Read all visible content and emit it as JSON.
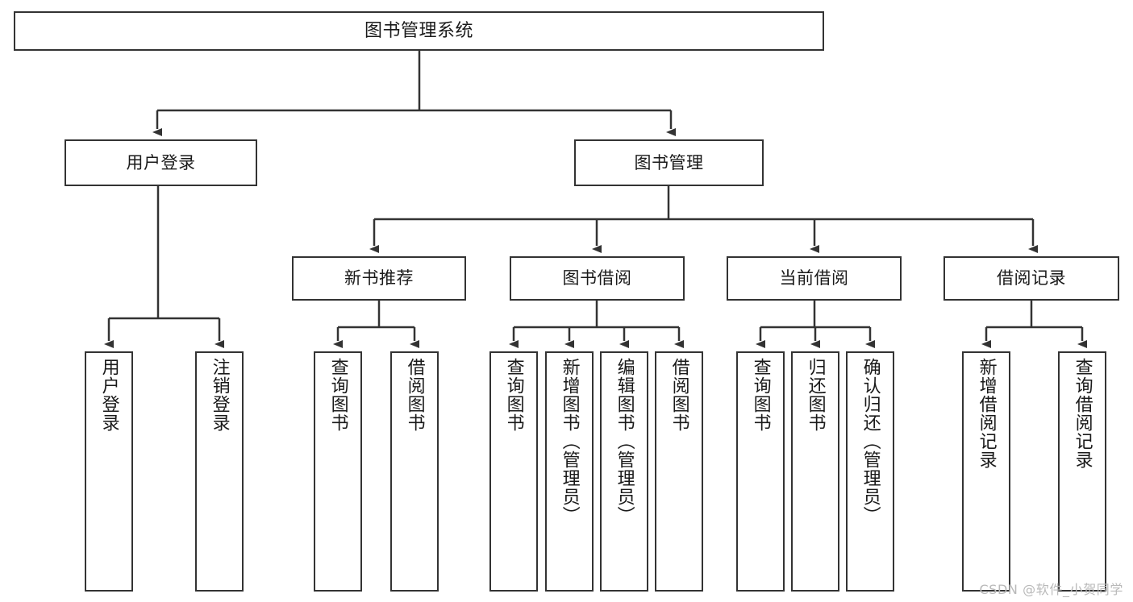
{
  "diagram": {
    "title": "图书管理系统",
    "type": "hierarchy-tree",
    "root": {
      "label": "图书管理系统"
    },
    "level2": [
      {
        "label": "用户登录"
      },
      {
        "label": "图书管理"
      }
    ],
    "level3": [
      {
        "label": "新书推荐"
      },
      {
        "label": "图书借阅"
      },
      {
        "label": "当前借阅"
      },
      {
        "label": "借阅记录"
      }
    ],
    "leaves": {
      "user_login": [
        {
          "label": "用户登录"
        },
        {
          "label": "注销登录"
        }
      ],
      "new_book_recommend": [
        {
          "label": "查询图书"
        },
        {
          "label": "借阅图书"
        }
      ],
      "book_borrow": [
        {
          "label": "查询图书"
        },
        {
          "label": "新增图书（管理员）"
        },
        {
          "label": "编辑图书（管理员）"
        },
        {
          "label": "借阅图书"
        }
      ],
      "current_borrow": [
        {
          "label": "查询图书"
        },
        {
          "label": "归还图书"
        },
        {
          "label": "确认归还（管理员）"
        }
      ],
      "borrow_record": [
        {
          "label": "新增借阅记录"
        },
        {
          "label": "查询借阅记录"
        }
      ]
    }
  },
  "watermark": {
    "text": "CSDN @软件_小贺同学"
  },
  "colors": {
    "stroke": "#333333",
    "fill": "#ffffff",
    "text": "#1a1a1a",
    "watermark": "#b9b9b9"
  }
}
